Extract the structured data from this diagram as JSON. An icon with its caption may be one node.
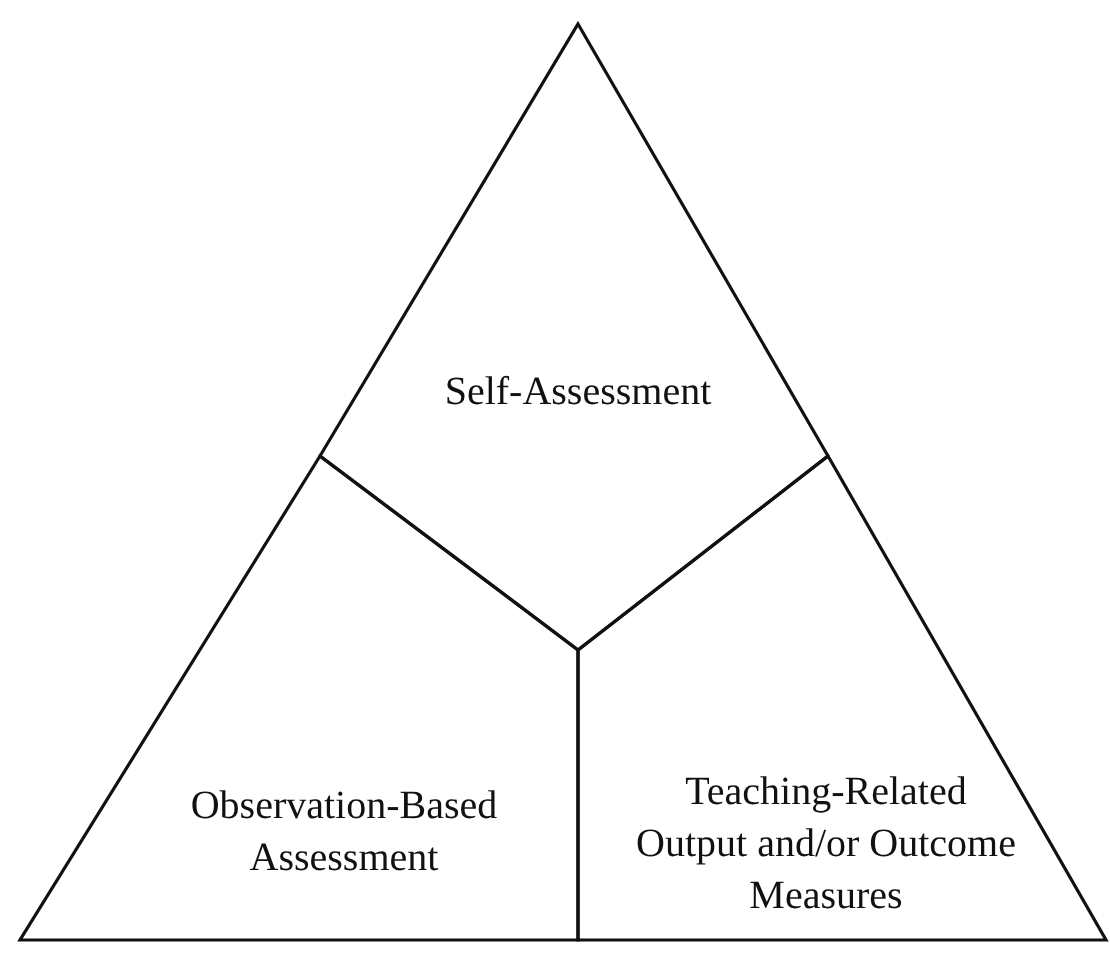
{
  "diagram": {
    "nodes": [
      {
        "text": [
          "Self-Assessment"
        ]
      },
      {
        "text": [
          "Observation-Based Assessment"
        ]
      },
      {
        "text": [
          "Teaching-Related Output and/or Outcome Measures"
        ]
      }
    ]
  }
}
